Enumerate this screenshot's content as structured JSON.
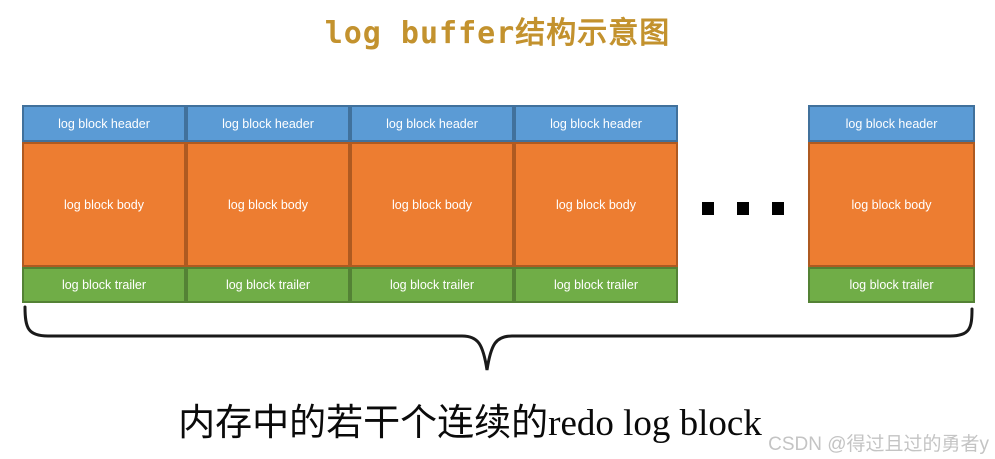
{
  "title": "log buffer结构示意图",
  "blocks": [
    {
      "header": "log block header",
      "body": "log block body",
      "trailer": "log block trailer"
    },
    {
      "header": "log block header",
      "body": "log block body",
      "trailer": "log block trailer"
    },
    {
      "header": "log block header",
      "body": "log block body",
      "trailer": "log block trailer"
    },
    {
      "header": "log block header",
      "body": "log block body",
      "trailer": "log block trailer"
    },
    {
      "header": "log block header",
      "body": "log block body",
      "trailer": "log block trailer"
    }
  ],
  "ellipsis_square_count": 3,
  "caption": "内存中的若干个连续的redo log block",
  "watermark": "CSDN @得过且过的勇者y",
  "colors": {
    "title": "#C3922E",
    "header_fill": "#5B9BD5",
    "header_border": "#41719C",
    "body_fill": "#ED7D31",
    "body_border": "#AE5A21",
    "trailer_fill": "#70AD47",
    "trailer_border": "#548235",
    "brace": "#1A1A1A",
    "watermark": "#C4C4C4"
  }
}
